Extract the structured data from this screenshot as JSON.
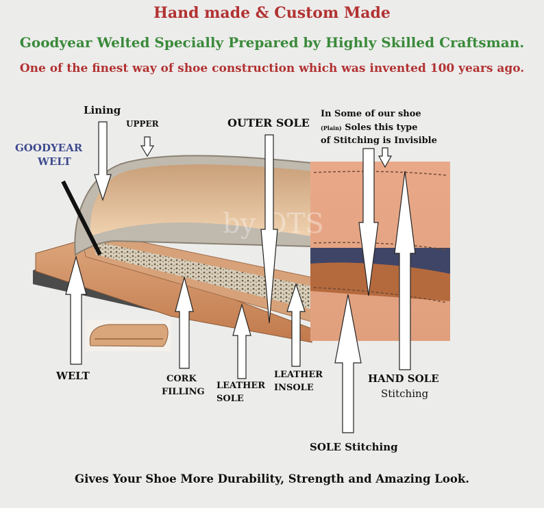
{
  "header": {
    "title": "Hand made & Custom Made",
    "subtitle": "Goodyear Welted Specially Prepared by Highly Skilled Craftsman.",
    "tagline": "One of the finest way of shoe construction which was  invented 100 years ago."
  },
  "labels": {
    "lining": "Lining",
    "upper": "UPPER",
    "goodyear_line1": "GOODYEAR",
    "goodyear_line2": "WELT",
    "outer_sole": "OUTER SOLE",
    "note_line1": "In  Some of our shoe",
    "note_plain": "(Plain)",
    "note_line2_rest": " Soles  this  type",
    "note_line3": "of Stitching is Invisible",
    "welt": "WELT",
    "cork_line1": "CORK",
    "cork_line2": "FILLING",
    "leather_sole_line1": "LEATHER",
    "leather_sole_line2": "SOLE",
    "leather_insole_line1": "LEATHER",
    "leather_insole_line2": "INSOLE",
    "hand_sole_line1": "HAND SOLE",
    "hand_sole_line2": "Stitching",
    "sole_stitching": "SOLE Stitching"
  },
  "watermark": "by OTS",
  "footer": "Gives Your Shoe More Durability, Strength and Amazing Look.",
  "colors": {
    "background": "#ececeb",
    "title_red": "#b23232",
    "subtitle_green": "#3a8a3a",
    "goodyear_blue": "#3e4a8e",
    "leather_tan": "#d9a77a",
    "leather_dark": "#c08457"
  }
}
